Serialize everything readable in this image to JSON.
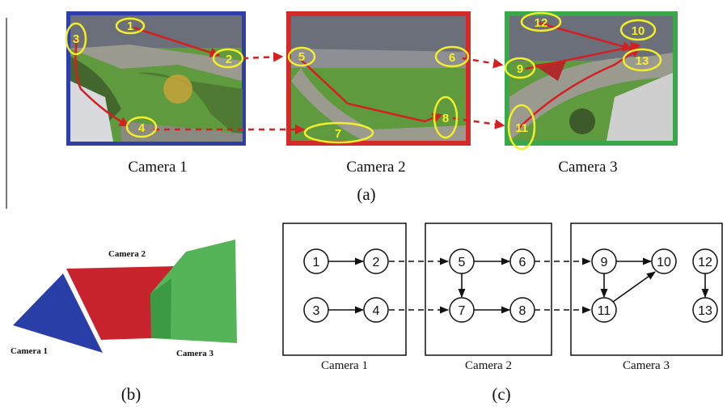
{
  "colors": {
    "camera1": "#2f3fa8",
    "camera2": "#d42a2a",
    "camera3": "#3aa84a",
    "path": "#d42020",
    "marker": "#f3ee2a",
    "grass": "#5f9a3e",
    "road": "#9a9a8e",
    "cars": "#6a6f7a"
  },
  "panel_a": {
    "label": "(a)",
    "cameras": [
      {
        "label": "Camera 1",
        "numbers": [
          "1",
          "2",
          "3",
          "4"
        ]
      },
      {
        "label": "Camera 2",
        "numbers": [
          "5",
          "6",
          "7",
          "8"
        ]
      },
      {
        "label": "Camera 3",
        "numbers": [
          "9",
          "10",
          "11",
          "12",
          "13"
        ]
      }
    ]
  },
  "panel_b": {
    "label": "(b)",
    "camera1": "Camera 1",
    "camera2": "Camera 2",
    "camera3": "Camera 3"
  },
  "panel_c": {
    "label": "(c)",
    "camera_labels": [
      "Camera 1",
      "Camera 2",
      "Camera 3"
    ],
    "nodes": [
      "1",
      "2",
      "3",
      "4",
      "5",
      "6",
      "7",
      "8",
      "9",
      "10",
      "11",
      "12",
      "13"
    ],
    "edges_within": [
      [
        "1",
        "2"
      ],
      [
        "3",
        "4"
      ],
      [
        "5",
        "6"
      ],
      [
        "5",
        "7"
      ],
      [
        "7",
        "8"
      ],
      [
        "9",
        "10"
      ],
      [
        "9",
        "11"
      ],
      [
        "11",
        "10"
      ],
      [
        "12",
        "13"
      ]
    ],
    "edges_between": [
      [
        "2",
        "5"
      ],
      [
        "4",
        "7"
      ],
      [
        "6",
        "9"
      ],
      [
        "8",
        "11"
      ]
    ]
  }
}
